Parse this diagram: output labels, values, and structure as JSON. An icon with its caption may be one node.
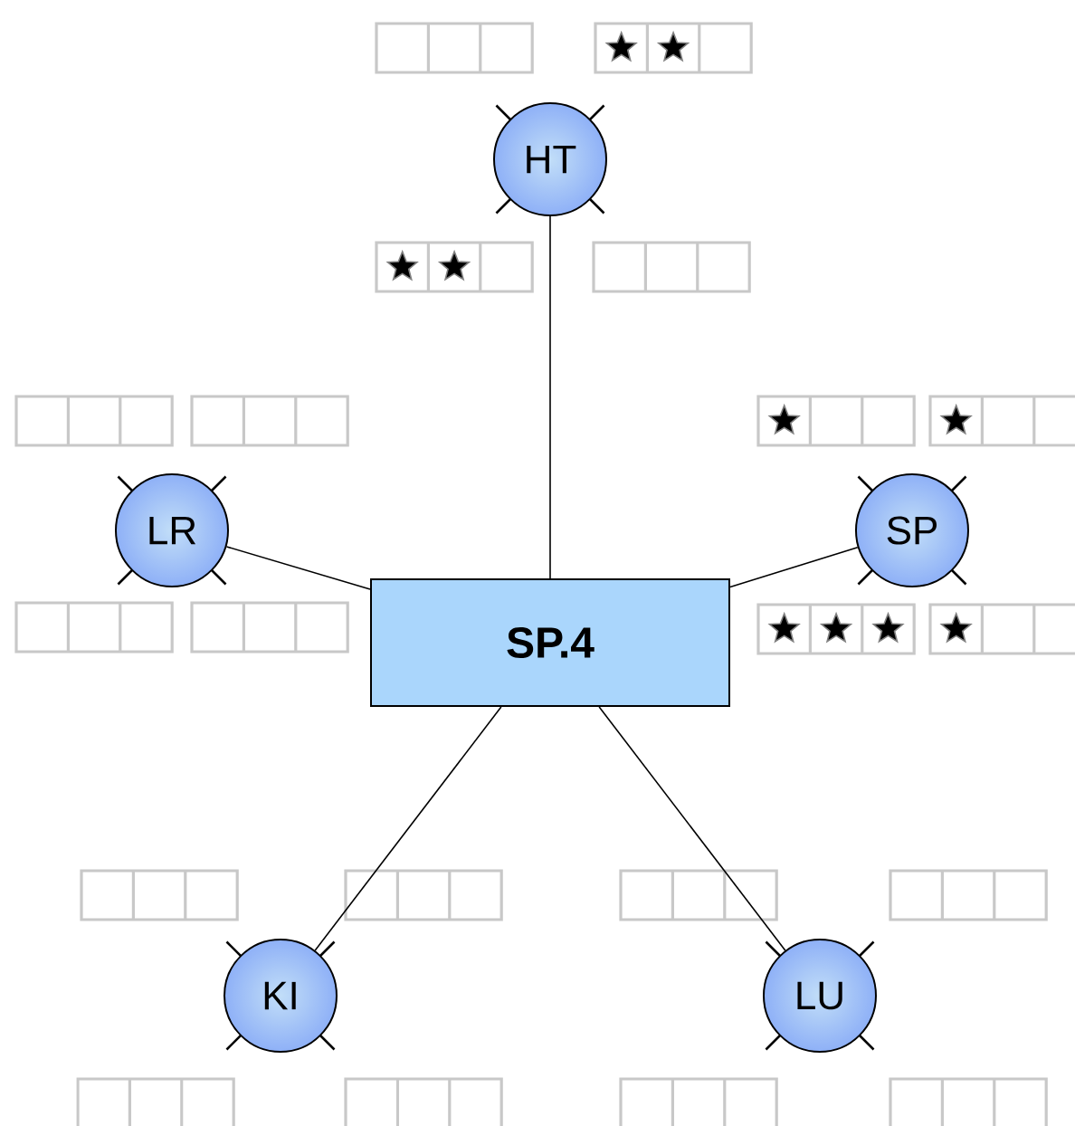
{
  "diagram": {
    "nodes": [
      {
        "text": [
          "SP.4"
        ]
      },
      {
        "text": [
          "HT"
        ]
      },
      {
        "text": [
          "LR"
        ]
      },
      {
        "text": [
          "SP"
        ]
      },
      {
        "text": [
          "KI"
        ]
      },
      {
        "text": [
          "LU"
        ]
      }
    ],
    "edges": [
      {
        "from": 0,
        "to": 1,
        "arrow": "none"
      },
      {
        "from": 0,
        "to": 2,
        "arrow": "none"
      },
      {
        "from": 0,
        "to": 3,
        "arrow": "none"
      },
      {
        "from": 0,
        "to": 4,
        "arrow": "none"
      },
      {
        "from": 0,
        "to": 5,
        "arrow": "none"
      }
    ]
  }
}
